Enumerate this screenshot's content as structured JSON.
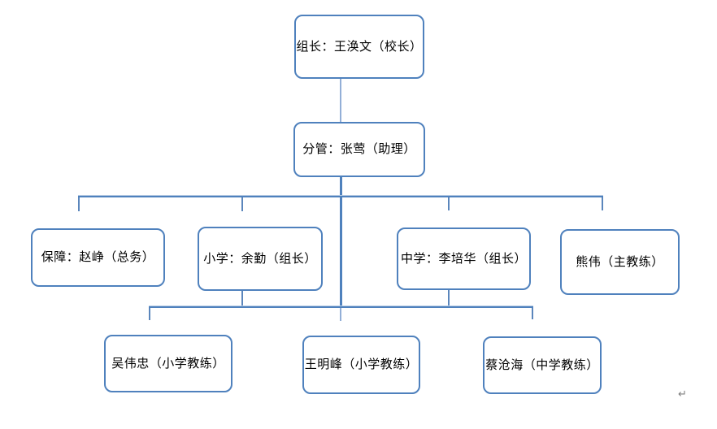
{
  "diagram": {
    "type": "org-chart",
    "nodes": [
      {
        "id": "leader",
        "level": 1,
        "label": "组长：王涣文（校长）"
      },
      {
        "id": "deputy",
        "level": 2,
        "label": "分管：张莺（助理）"
      },
      {
        "id": "support",
        "level": 3,
        "label": "保障：赵峥（总务）"
      },
      {
        "id": "primary",
        "level": 3,
        "label": "小学：余勤（组长）"
      },
      {
        "id": "secondary",
        "level": 3,
        "label": "中学：李培华（组长）"
      },
      {
        "id": "head-coach",
        "level": 3,
        "label": "熊伟（主教练）"
      },
      {
        "id": "coach-1",
        "level": 4,
        "label": "吴伟忠（小学教练）"
      },
      {
        "id": "coach-2",
        "level": 4,
        "label": "王明峰（小学教练）"
      },
      {
        "id": "coach-3",
        "level": 4,
        "label": "蔡沧海（中学教练）"
      }
    ],
    "edges": [
      {
        "from": "leader",
        "to": "deputy"
      },
      {
        "from": "deputy",
        "to": "support"
      },
      {
        "from": "deputy",
        "to": "primary"
      },
      {
        "from": "deputy",
        "to": "secondary"
      },
      {
        "from": "deputy",
        "to": "head-coach"
      },
      {
        "from": "deputy",
        "to": "lower-bus"
      },
      {
        "from": "primary",
        "to": "lower-bus"
      },
      {
        "from": "secondary",
        "to": "lower-bus"
      },
      {
        "from": "lower-bus",
        "to": "coach-1"
      },
      {
        "from": "lower-bus",
        "to": "coach-2"
      },
      {
        "from": "lower-bus",
        "to": "coach-3"
      }
    ]
  },
  "page": {
    "paragraph_mark": "↵"
  },
  "colors": {
    "box_border": "#4f81bd",
    "connector": "#4f81bd",
    "connector_light": "#93afd7",
    "text": "#000000",
    "background": "#ffffff"
  }
}
